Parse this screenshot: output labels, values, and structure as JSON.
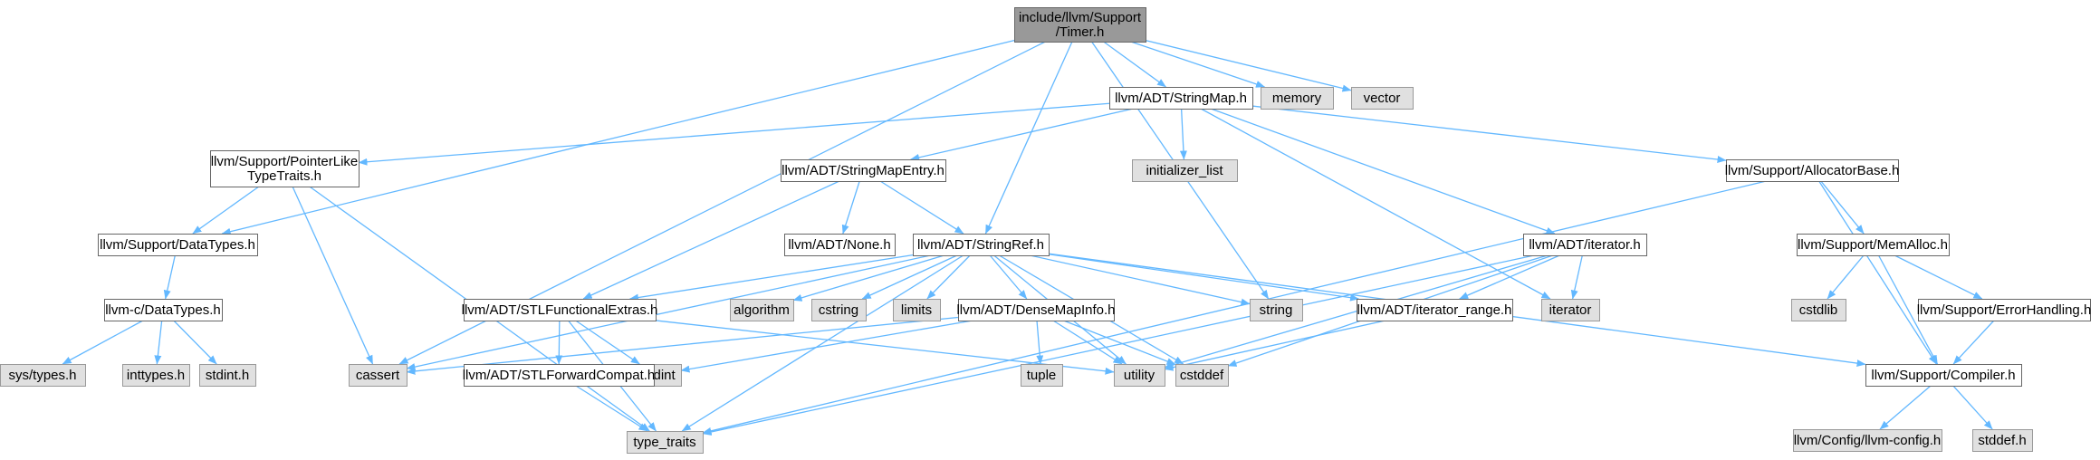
{
  "colors": {
    "edge": "#63b8ff",
    "border": "#666666",
    "focus_fill": "#999999",
    "node_fill": "#ffffff",
    "system_fill": "#e0e0e0",
    "system_border": "#999999",
    "background": "#ffffff"
  },
  "nodes": {
    "timer": {
      "lines": [
        "include/llvm/Support",
        "/Timer.h"
      ],
      "kind": "focus"
    },
    "stringmap": {
      "lines": [
        "llvm/ADT/StringMap.h"
      ],
      "kind": "local"
    },
    "memory": {
      "lines": [
        "memory"
      ],
      "kind": "system"
    },
    "vector": {
      "lines": [
        "vector"
      ],
      "kind": "system"
    },
    "pointerlike": {
      "lines": [
        "llvm/Support/PointerLike",
        "TypeTraits.h"
      ],
      "kind": "local"
    },
    "stringmapentry": {
      "lines": [
        "llvm/ADT/StringMapEntry.h"
      ],
      "kind": "local"
    },
    "initializer_list": {
      "lines": [
        "initializer_list"
      ],
      "kind": "system"
    },
    "allocatorbase": {
      "lines": [
        "llvm/Support/AllocatorBase.h"
      ],
      "kind": "local"
    },
    "datatypes_support": {
      "lines": [
        "llvm/Support/DataTypes.h"
      ],
      "kind": "local"
    },
    "none": {
      "lines": [
        "llvm/ADT/None.h"
      ],
      "kind": "local"
    },
    "stringref": {
      "lines": [
        "llvm/ADT/StringRef.h"
      ],
      "kind": "local"
    },
    "iterator_h": {
      "lines": [
        "llvm/ADT/iterator.h"
      ],
      "kind": "local"
    },
    "memalloc": {
      "lines": [
        "llvm/Support/MemAlloc.h"
      ],
      "kind": "local"
    },
    "datatypes_c": {
      "lines": [
        "llvm-c/DataTypes.h"
      ],
      "kind": "local"
    },
    "stlfunctional": {
      "lines": [
        "llvm/ADT/STLFunctionalExtras.h"
      ],
      "kind": "local"
    },
    "algorithm": {
      "lines": [
        "algorithm"
      ],
      "kind": "system"
    },
    "cstring": {
      "lines": [
        "cstring"
      ],
      "kind": "system"
    },
    "limits": {
      "lines": [
        "limits"
      ],
      "kind": "system"
    },
    "densemapinfo": {
      "lines": [
        "llvm/ADT/DenseMapInfo.h"
      ],
      "kind": "local"
    },
    "string": {
      "lines": [
        "string"
      ],
      "kind": "system"
    },
    "iterator_range": {
      "lines": [
        "llvm/ADT/iterator_range.h"
      ],
      "kind": "local"
    },
    "iterator": {
      "lines": [
        "iterator"
      ],
      "kind": "system"
    },
    "cstdlib": {
      "lines": [
        "cstdlib"
      ],
      "kind": "system"
    },
    "errorhandling": {
      "lines": [
        "llvm/Support/ErrorHandling.h"
      ],
      "kind": "local"
    },
    "sys_types": {
      "lines": [
        "sys/types.h"
      ],
      "kind": "system"
    },
    "inttypes": {
      "lines": [
        "inttypes.h"
      ],
      "kind": "system"
    },
    "stdint": {
      "lines": [
        "stdint.h"
      ],
      "kind": "system"
    },
    "cassert": {
      "lines": [
        "cassert"
      ],
      "kind": "system"
    },
    "cstdint": {
      "lines": [
        "cstdint"
      ],
      "kind": "system"
    },
    "tuple": {
      "lines": [
        "tuple"
      ],
      "kind": "system"
    },
    "utility": {
      "lines": [
        "utility"
      ],
      "kind": "system"
    },
    "cstddef": {
      "lines": [
        "cstddef"
      ],
      "kind": "system"
    },
    "compiler": {
      "lines": [
        "llvm/Support/Compiler.h"
      ],
      "kind": "local"
    },
    "stlforward": {
      "lines": [
        "llvm/ADT/STLForwardCompat.h"
      ],
      "kind": "local"
    },
    "type_traits": {
      "lines": [
        "type_traits"
      ],
      "kind": "system"
    },
    "llvm_config": {
      "lines": [
        "llvm/Config/llvm-config.h"
      ],
      "kind": "system"
    },
    "stddef": {
      "lines": [
        "stddef.h"
      ],
      "kind": "system"
    }
  },
  "edges": [
    [
      "timer",
      "stringmap"
    ],
    [
      "timer",
      "memory"
    ],
    [
      "timer",
      "vector"
    ],
    [
      "timer",
      "datatypes_support"
    ],
    [
      "timer",
      "stringref"
    ],
    [
      "timer",
      "cassert"
    ],
    [
      "timer",
      "string"
    ],
    [
      "stringmap",
      "pointerlike"
    ],
    [
      "stringmap",
      "stringmapentry"
    ],
    [
      "stringmap",
      "initializer_list"
    ],
    [
      "stringmap",
      "allocatorbase"
    ],
    [
      "stringmap",
      "iterator_h"
    ],
    [
      "stringmap",
      "iterator"
    ],
    [
      "pointerlike",
      "datatypes_support"
    ],
    [
      "pointerlike",
      "cassert"
    ],
    [
      "pointerlike",
      "type_traits"
    ],
    [
      "datatypes_support",
      "datatypes_c"
    ],
    [
      "datatypes_c",
      "sys_types"
    ],
    [
      "datatypes_c",
      "inttypes"
    ],
    [
      "datatypes_c",
      "stdint"
    ],
    [
      "stringmapentry",
      "none"
    ],
    [
      "stringmapentry",
      "stringref"
    ],
    [
      "stringmapentry",
      "stlfunctional"
    ],
    [
      "stringref",
      "stlfunctional"
    ],
    [
      "stringref",
      "algorithm"
    ],
    [
      "stringref",
      "cstring"
    ],
    [
      "stringref",
      "limits"
    ],
    [
      "stringref",
      "densemapinfo"
    ],
    [
      "stringref",
      "string"
    ],
    [
      "stringref",
      "iterator_range"
    ],
    [
      "stringref",
      "cassert"
    ],
    [
      "stringref",
      "type_traits"
    ],
    [
      "stringref",
      "utility"
    ],
    [
      "stringref",
      "cstddef"
    ],
    [
      "stringref",
      "compiler"
    ],
    [
      "stlfunctional",
      "stlforward"
    ],
    [
      "stlfunctional",
      "cstdint"
    ],
    [
      "stlfunctional",
      "type_traits"
    ],
    [
      "stlfunctional",
      "utility"
    ],
    [
      "stlforward",
      "type_traits"
    ],
    [
      "densemapinfo",
      "cassert"
    ],
    [
      "densemapinfo",
      "cstdint"
    ],
    [
      "densemapinfo",
      "tuple"
    ],
    [
      "densemapinfo",
      "utility"
    ],
    [
      "densemapinfo",
      "cstddef"
    ],
    [
      "iterator_h",
      "iterator_range"
    ],
    [
      "iterator_h",
      "iterator"
    ],
    [
      "iterator_h",
      "cstddef"
    ],
    [
      "iterator_h",
      "type_traits"
    ],
    [
      "iterator_h",
      "utility"
    ],
    [
      "iterator_range",
      "utility"
    ],
    [
      "allocatorbase",
      "memalloc"
    ],
    [
      "allocatorbase",
      "compiler"
    ],
    [
      "allocatorbase",
      "type_traits"
    ],
    [
      "memalloc",
      "cstdlib"
    ],
    [
      "memalloc",
      "errorhandling"
    ],
    [
      "memalloc",
      "compiler"
    ],
    [
      "errorhandling",
      "compiler"
    ],
    [
      "compiler",
      "llvm_config"
    ],
    [
      "compiler",
      "stddef"
    ]
  ]
}
